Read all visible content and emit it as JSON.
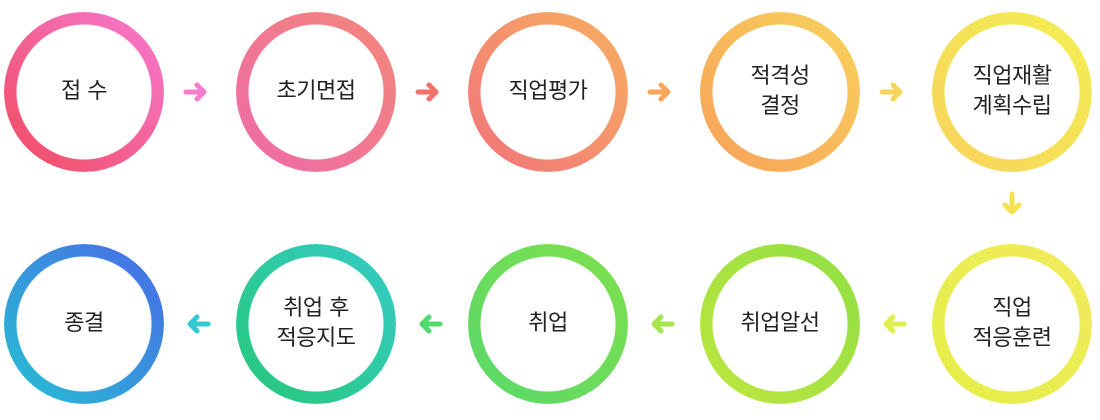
{
  "steps": [
    {
      "id": "reception",
      "lines": [
        "접 수"
      ],
      "colors": [
        "#f04b5e",
        "#f77ad2"
      ]
    },
    {
      "id": "initial-interview",
      "lines": [
        "초기면접"
      ],
      "colors": [
        "#ee6aa9",
        "#f3877a"
      ]
    },
    {
      "id": "job-evaluation",
      "lines": [
        "직업평가"
      ],
      "colors": [
        "#f1727a",
        "#f7b060"
      ]
    },
    {
      "id": "eligibility-decision",
      "lines": [
        "적격성",
        "결정"
      ],
      "colors": [
        "#f8a059",
        "#f8d35d"
      ]
    },
    {
      "id": "rehab-plan",
      "lines": [
        "직업재활",
        "계획수립"
      ],
      "colors": [
        "#f8d35d",
        "#f2ef52"
      ]
    },
    {
      "id": "job-adaptation-training",
      "lines": [
        "직업",
        "적응훈련"
      ],
      "colors": [
        "#e5ef47",
        "#f1ea5d"
      ]
    },
    {
      "id": "job-placement",
      "lines": [
        "취업알선"
      ],
      "colors": [
        "#bfe63f",
        "#8fdf44"
      ]
    },
    {
      "id": "employment",
      "lines": [
        "취업"
      ],
      "colors": [
        "#59d86a",
        "#7fe04d"
      ]
    },
    {
      "id": "post-employment-guidance",
      "lines": [
        "취업 후",
        "적응지도"
      ],
      "colors": [
        "#27c879",
        "#35cbc6"
      ]
    },
    {
      "id": "closure",
      "lines": [
        "종결"
      ],
      "colors": [
        "#25c0d2",
        "#4a69e8"
      ]
    }
  ],
  "arrows": [
    {
      "from": "reception",
      "to": "initial-interview",
      "direction": "right",
      "color": "#f57ccf"
    },
    {
      "from": "initial-interview",
      "to": "job-evaluation",
      "direction": "right",
      "color": "#f1716b"
    },
    {
      "from": "job-evaluation",
      "to": "eligibility-decision",
      "direction": "right",
      "color": "#f8a65a"
    },
    {
      "from": "eligibility-decision",
      "to": "rehab-plan",
      "direction": "right",
      "color": "#f7d55b"
    },
    {
      "from": "rehab-plan",
      "to": "job-adaptation-training",
      "direction": "down",
      "color": "#f3e14e"
    },
    {
      "from": "job-adaptation-training",
      "to": "job-placement",
      "direction": "left",
      "color": "#dff04a"
    },
    {
      "from": "job-placement",
      "to": "employment",
      "direction": "left",
      "color": "#a6e44b"
    },
    {
      "from": "employment",
      "to": "post-employment-guidance",
      "direction": "left",
      "color": "#4fd96e"
    },
    {
      "from": "post-employment-guidance",
      "to": "closure",
      "direction": "left",
      "color": "#33c8cf"
    }
  ]
}
